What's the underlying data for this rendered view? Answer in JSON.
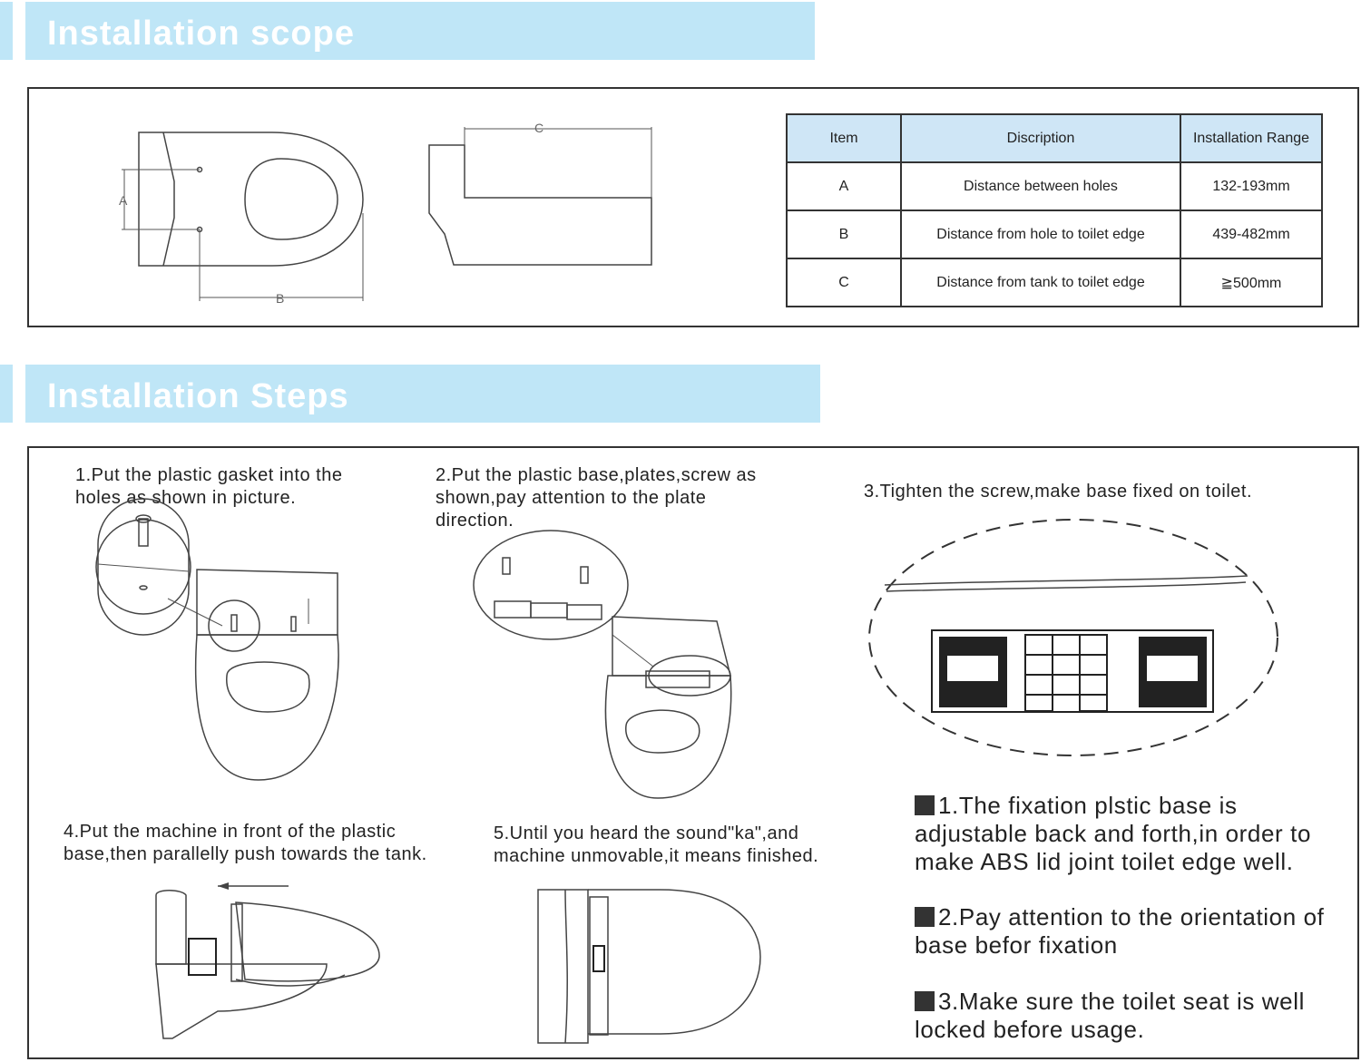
{
  "scope": {
    "title": "Installation scope",
    "dim_labels": {
      "a": "A",
      "b": "B",
      "c": "C"
    },
    "table": {
      "headers": [
        "Item",
        "Discription",
        "Installation Range"
      ],
      "rows": [
        [
          "A",
          "Distance between holes",
          "132-193mm"
        ],
        [
          "B",
          "Distance from hole to toilet edge",
          "439-482mm"
        ],
        [
          "C",
          "Distance from tank to toilet edge",
          "≧500mm"
        ]
      ]
    }
  },
  "steps": {
    "title": "Installation Steps",
    "step1": "1.Put the plastic gasket into the holes as shown in picture.",
    "step2": "2.Put the plastic base,plates,screw as shown,pay attention to the plate direction.",
    "step3": "3.Tighten the screw,make base fixed on toilet.",
    "step4": "4.Put the machine in front of the plastic base,then parallelly push towards the tank.",
    "step5": "5.Until you heard the sound\"ka\",and machine unmovable,it means finished.",
    "notes": [
      "1.The fixation plstic base is adjustable back and forth,in order to make ABS lid joint toilet edge well.",
      "2.Pay attention to the orientation of base befor fixation",
      "3.Make sure the toilet seat is well locked before usage."
    ]
  },
  "colors": {
    "header_band": "#bfe6f7",
    "table_header": "#cfe6f6",
    "line": "#333333"
  }
}
